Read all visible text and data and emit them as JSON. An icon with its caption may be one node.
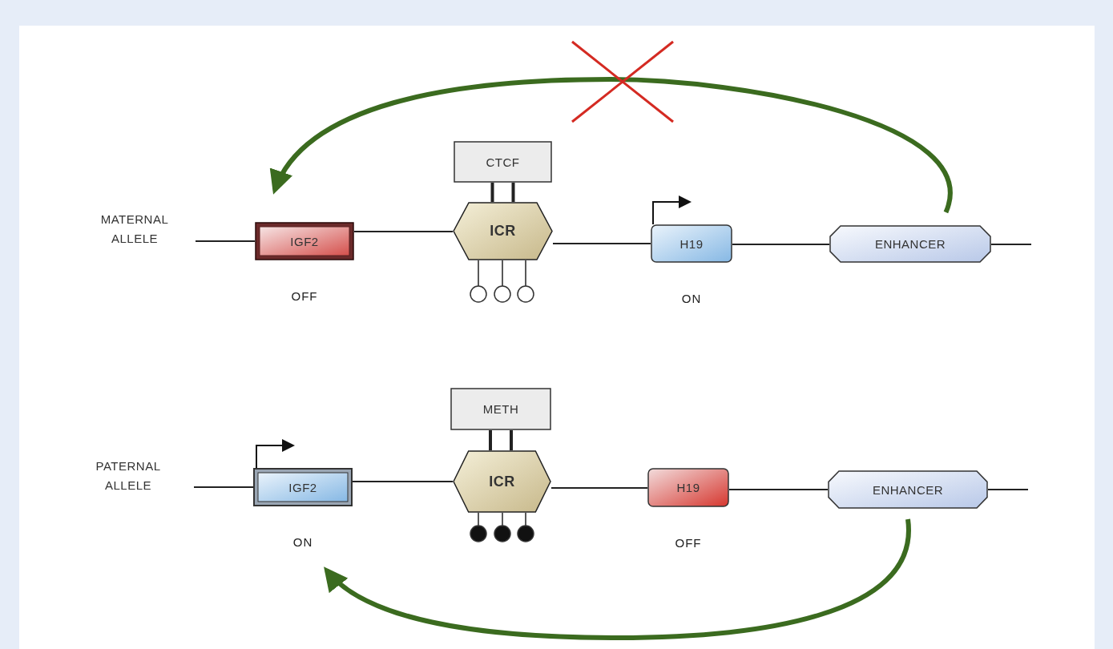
{
  "diagram": {
    "nodes": [
      {
        "text": [
          "IGF2"
        ],
        "beside": [
          "OFF"
        ]
      },
      {
        "text": [
          "CTCF"
        ]
      },
      {
        "text": [
          "ICR"
        ]
      },
      {
        "text": [
          "H19"
        ],
        "beside": [
          "ON"
        ]
      },
      {
        "text": [
          "ENHANCER"
        ]
      },
      {
        "text": [
          "IGF2"
        ],
        "beside": [
          "ON"
        ]
      },
      {
        "text": [
          "METH"
        ]
      },
      {
        "text": [
          "ICR"
        ]
      },
      {
        "text": [
          "H19"
        ],
        "beside": [
          "OFF"
        ]
      },
      {
        "text": [
          "ENHANCER"
        ]
      }
    ],
    "edges": [
      {
        "from": null,
        "to": 0,
        "arrow": "none"
      },
      {
        "from": 0,
        "to": 2,
        "arrow": "none"
      },
      {
        "from": 2,
        "to": 3,
        "arrow": "none"
      },
      {
        "from": 3,
        "to": 4,
        "arrow": "none"
      },
      {
        "from": 4,
        "to": null,
        "arrow": "none"
      },
      {
        "from": 1,
        "to": 2,
        "arrow": "none"
      },
      {
        "from": 4,
        "to": 0,
        "arrow": "to",
        "style": "thick",
        "color": "#3b6b1f"
      },
      {
        "from": null,
        "to": 5,
        "arrow": "none"
      },
      {
        "from": 5,
        "to": 7,
        "arrow": "none"
      },
      {
        "from": 7,
        "to": 8,
        "arrow": "none"
      },
      {
        "from": 8,
        "to": 9,
        "arrow": "none"
      },
      {
        "from": 9,
        "to": null,
        "arrow": "none"
      },
      {
        "from": 6,
        "to": 7,
        "arrow": "none"
      },
      {
        "from": 9,
        "to": 5,
        "arrow": "to",
        "style": "thick",
        "color": "#3b6b1f"
      }
    ],
    "labels": [
      "MATERNAL ALLELE",
      "PATERNAL ALLELE"
    ]
  }
}
